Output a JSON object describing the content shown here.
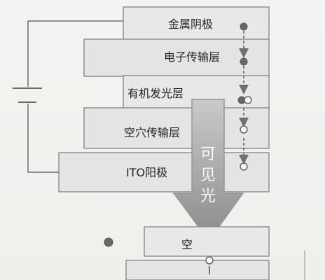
{
  "layers": {
    "cathode": "金属阴极",
    "etl": "电子传输层",
    "eml": "有机发光层",
    "htl": "空穴传输层",
    "ito": "ITO阳极",
    "partial": "空"
  },
  "light": {
    "chars": [
      "可",
      "见",
      "光"
    ]
  },
  "colors": {
    "layer_fill": "#e4e4e2",
    "layer_stroke": "#8f8f8f",
    "light_arrow": "#9a9a9a",
    "electron": "#676767",
    "hole_fill": "#f7f7f7"
  }
}
